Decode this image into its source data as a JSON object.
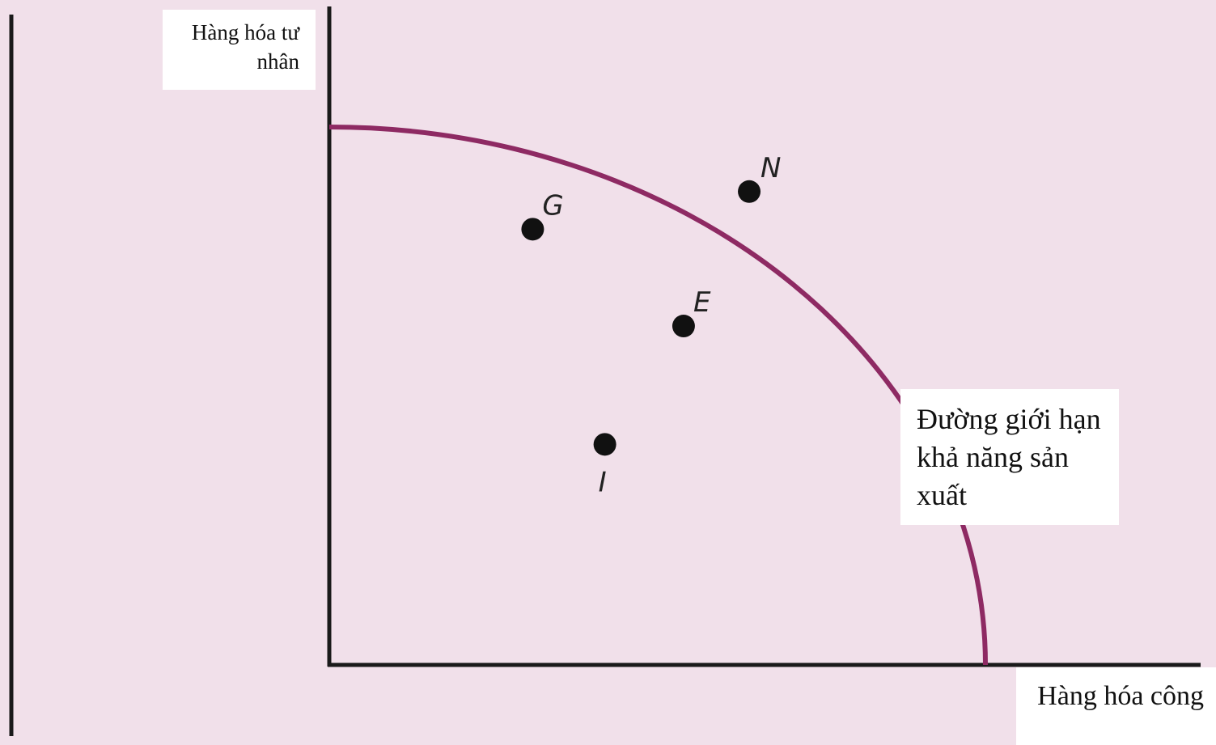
{
  "chart_data": {
    "type": "scatter",
    "title": "",
    "ylabel": "Hàng hóa tư nhân",
    "xlabel": "Hàng hóa công",
    "curve": {
      "label": "Đường giới hạn khả năng sản xuất",
      "x_intercept": 100,
      "y_intercept": 100,
      "shape": "concave"
    },
    "xlim": [
      0,
      100
    ],
    "ylim": [
      0,
      100
    ],
    "points": [
      {
        "name": "G",
        "x": 31,
        "y": 81
      },
      {
        "name": "E",
        "x": 54,
        "y": 63
      },
      {
        "name": "N",
        "x": 64,
        "y": 88
      },
      {
        "name": "I",
        "x": 42,
        "y": 41
      }
    ],
    "grid": false,
    "colors": {
      "background": "#f1e0ea",
      "curve": "#8e2a63",
      "axis": "#1a1a1a",
      "point": "#111111"
    }
  }
}
